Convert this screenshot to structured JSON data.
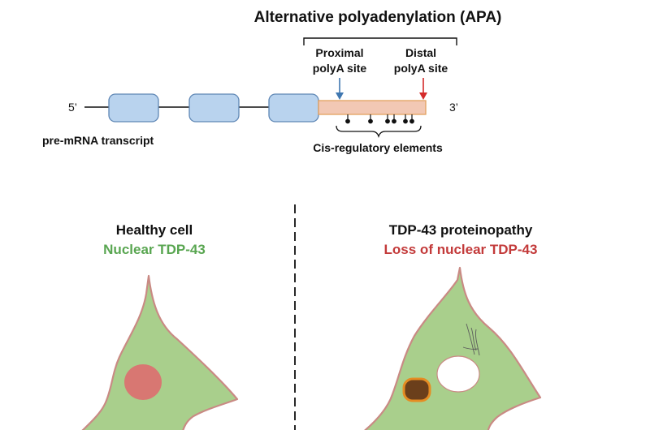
{
  "top": {
    "title": "Alternative polyadenylation (APA)",
    "proximal_label_line1": "Proximal",
    "proximal_label_line2": "polyA site",
    "distal_label_line1": "Distal",
    "distal_label_line2": "polyA site",
    "five_prime": "5’",
    "three_prime": "3’",
    "transcript_label": "pre-mRNA transcript",
    "cis_label": "Cis-regulatory elements"
  },
  "healthy": {
    "title": "Healthy cell",
    "subtitle": "Nuclear TDP-43"
  },
  "disease": {
    "title": "TDP-43 proteinopathy",
    "subtitle": "Loss of nuclear TDP-43"
  },
  "colors": {
    "exon_fill": "#b9d3ee",
    "exon_stroke": "#5f87b5",
    "utr_fill": "#f2c8b4",
    "utr_stroke": "#e3a15f",
    "proximal_arrow": "#3f77b0",
    "distal_arrow": "#d42a2a",
    "cell_fill": "#a9cf8c",
    "cell_stroke": "#c98a84",
    "healthy_nucleus": "#d87772",
    "aggregate_fill": "#6b3f1b",
    "aggregate_stroke": "#e58c23",
    "green_text": "#59a651",
    "red_text": "#c33a3a"
  }
}
